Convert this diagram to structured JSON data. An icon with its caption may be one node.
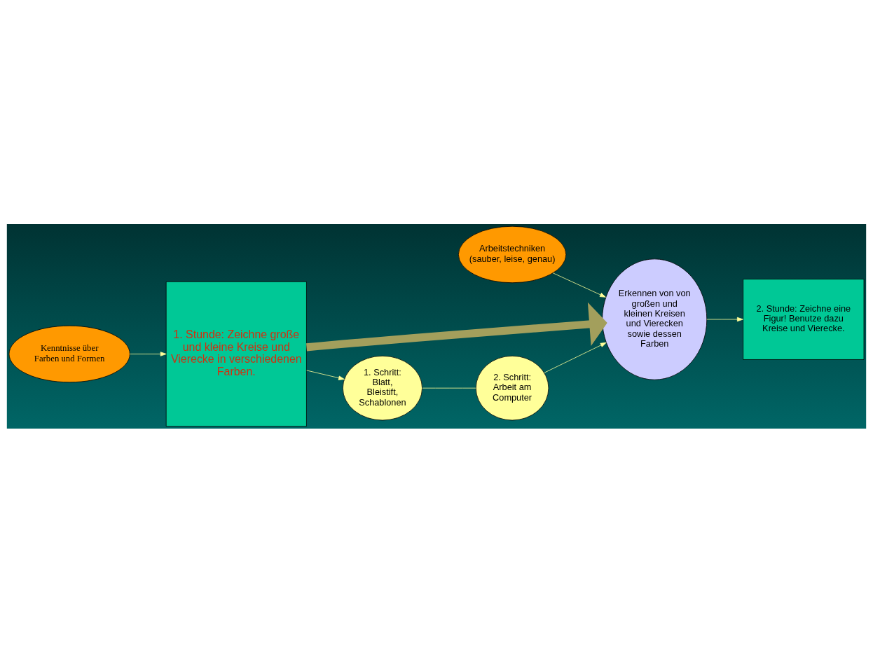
{
  "diagram": {
    "nodes": [
      {
        "text": [
          "1. Stunde: Zeichne große und kleine Kreise und Vierecke in verschiedenen Farben."
        ]
      },
      {
        "text": [
          "Arbeitstechniken (sauber, leise, genau)"
        ]
      },
      {
        "text": [
          "Erkennen von von großen und kleinen Kreisen und Vierecken sowie dessen Farben"
        ]
      },
      {
        "text": [
          "1. Schritt: Blatt, Bleistift, Schablonen"
        ]
      },
      {
        "text": [
          "2. Schritt: Arbeit am Computer"
        ]
      },
      {
        "text": [
          "2. Stunde: Zeichne eine Figur! Benutze dazu Kreise und Vierecke."
        ]
      },
      {
        "text": [
          "Kenntnisse über Farben und Formen"
        ]
      }
    ],
    "edges": [
      {
        "from": 6,
        "to": 0,
        "arrow": "to"
      },
      {
        "from": 0,
        "to": 2,
        "arrow": "to",
        "style": "thick",
        "color": "#a39f5c"
      },
      {
        "from": 0,
        "to": 3,
        "arrow": "to"
      },
      {
        "from": 3,
        "to": 4,
        "arrow": "none"
      },
      {
        "from": 4,
        "to": 2,
        "arrow": "to"
      },
      {
        "from": 1,
        "to": 2,
        "arrow": "to"
      },
      {
        "from": 2,
        "to": 5,
        "arrow": "to"
      }
    ]
  }
}
